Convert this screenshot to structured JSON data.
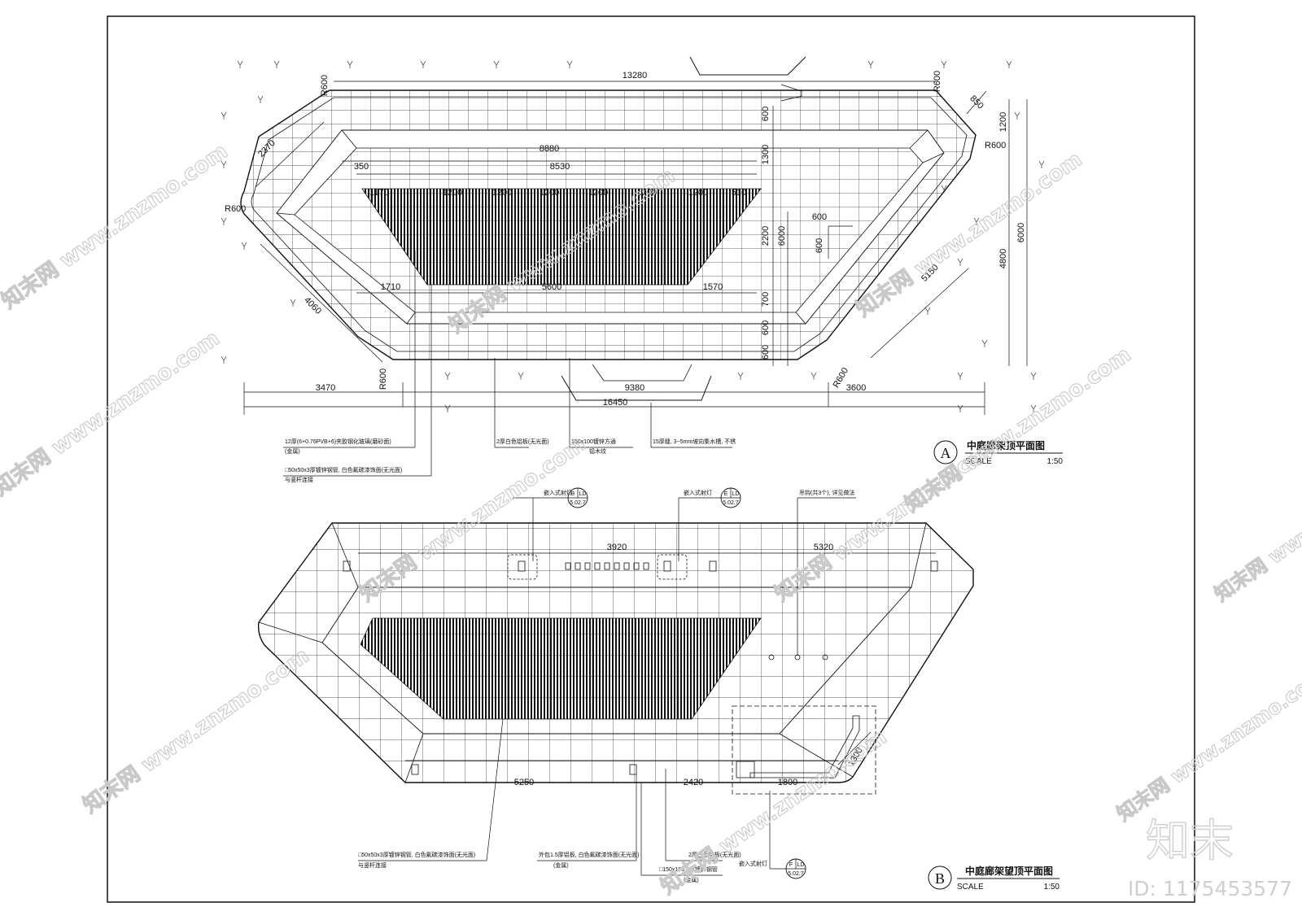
{
  "drawing_a": {
    "label": "A",
    "title": "中庭廊架顶平面图",
    "scale_label": "SCALE",
    "scale_value": "1:50",
    "dimensions": {
      "overall_top": "13280",
      "inner_top": "8880",
      "hatch_top": "8530",
      "offset_left": "350",
      "mullion_first": "1170",
      "mullion_mid": "1200",
      "mullion_last": "510",
      "bottom_left": "1710",
      "bottom_mid": "5600",
      "bottom_right": "1570",
      "overall_bottom": "16450",
      "inner_bottom": "9380",
      "left_extent": "3470",
      "right_extent": "3600",
      "diag_left_top": "2370",
      "diag_left_bottom": "4060",
      "diag_right_top": "850",
      "diag_right_bottom": "5150",
      "v_600": "600",
      "v_1300": "1300",
      "v_2200": "2200",
      "v_700": "700",
      "v_6000": "6000",
      "right_1200": "1200",
      "right_4800": "4800",
      "right_6000": "6000",
      "grid_600_h": "600",
      "grid_600_v": "600",
      "radius": "R600"
    },
    "notes": {
      "glass": "12厚(6+0.76PVB+6)夹胶钢化玻璃(磨砂面)",
      "glass_sub": "(金属)",
      "steel": "□50x50x3厚镀锌钢管, 白色氟碳漆饰面(无光面)",
      "steel_sub": "与竖杆连接",
      "plate": "2厚白色铝板(无光面)",
      "beam": "150x100镀锌方通",
      "beam_sub": "铝木纹",
      "gap": "15厚缝, 3~5mm坡向集水槽, 不锈"
    }
  },
  "drawing_b": {
    "label": "B",
    "title": "中庭廊架望顶平面图",
    "scale_label": "SCALE",
    "scale_value": "1:50",
    "dimensions": {
      "top_mid": "3920",
      "top_right": "5320",
      "bottom_left": "5250",
      "bottom_mid": "2420",
      "bottom_right": "1800",
      "diag": "1300"
    },
    "detail_refs": [
      {
        "top": "B",
        "mid": "LD",
        "bottom": "5.02.7"
      },
      {
        "top": "E",
        "mid": "LD",
        "bottom": "5.02.7"
      },
      {
        "top": "F",
        "mid": "LD",
        "bottom": "5.02.7"
      }
    ],
    "notes": {
      "light1": "嵌入式射灯",
      "light2": "嵌入式射灯",
      "hook": "吊钩(共3个), 详见做法",
      "steel": "□50x50x3厚镀锌钢管, 白色氟碳漆饰面(无光面)",
      "steel_sub": "与竖杆连接",
      "stainless": "外包1.5厚铝板, 白色氟碳漆饰面(无光面)",
      "stainless_sub": "(金属)",
      "plate": "2厚白色铝板(无光面)",
      "tube": "□150x100.8厚镀锌钢管",
      "tube_sub": "(金属)",
      "spot": "嵌入式射灯"
    }
  },
  "watermarks": {
    "site": "知末网 www.znzmo.com",
    "logo": "知末",
    "id_text": "ID: 1175453577"
  }
}
